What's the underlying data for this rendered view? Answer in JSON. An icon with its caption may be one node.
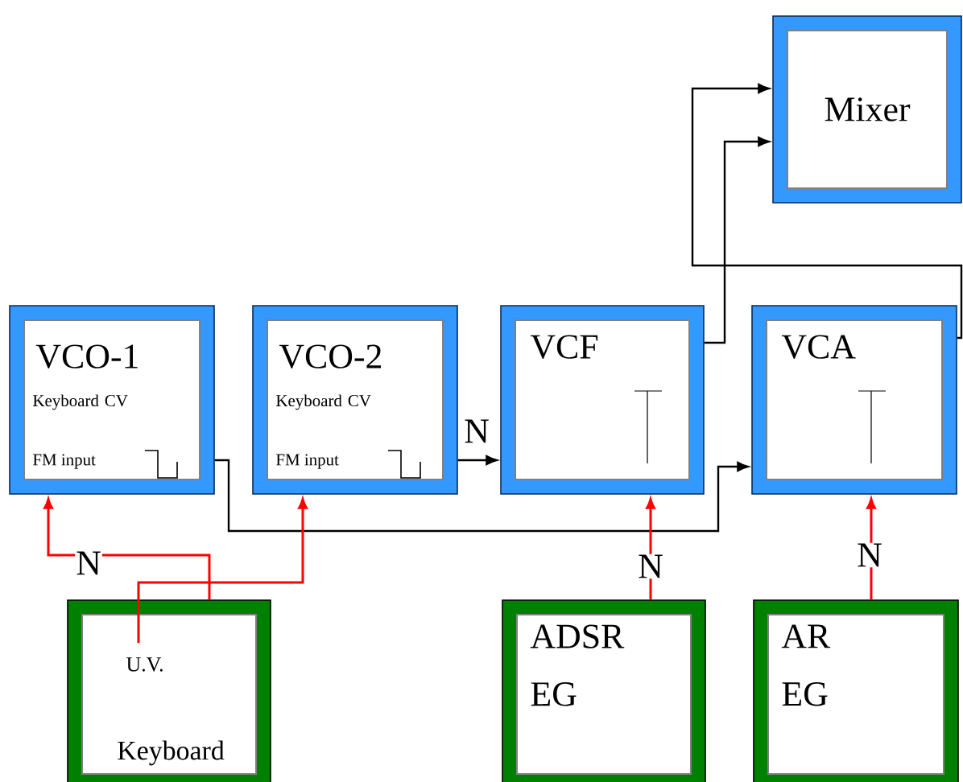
{
  "diagram": {
    "nodes": [
      {
        "text": [
          "Mixer"
        ]
      },
      {
        "text": [
          "VCO-1",
          "Keyboard CV",
          "FM input"
        ]
      },
      {
        "text": [
          "VCO-2",
          "Keyboard CV",
          "FM input"
        ]
      },
      {
        "text": [
          "VCF"
        ]
      },
      {
        "text": [
          "VCA"
        ]
      },
      {
        "text": [
          "U.V.",
          "Keyboard"
        ]
      },
      {
        "text": [
          "ADSR EG"
        ]
      },
      {
        "text": [
          "AR EG"
        ]
      }
    ],
    "edges": [
      {
        "from": 1,
        "to": 4,
        "arrow": "to"
      },
      {
        "from": 2,
        "to": 3,
        "arrow": "to",
        "label": "N"
      },
      {
        "from": 3,
        "to": 0,
        "arrow": "to"
      },
      {
        "from": 4,
        "to": 0,
        "arrow": "to"
      },
      {
        "from": 5,
        "to": 1,
        "arrow": "to",
        "label": "N",
        "color": "#ff0000"
      },
      {
        "from": 5,
        "to": 2,
        "arrow": "to",
        "color": "#ff0000"
      },
      {
        "from": 6,
        "to": 3,
        "arrow": "to",
        "label": "N",
        "color": "#ff0000"
      },
      {
        "from": 7,
        "to": 4,
        "arrow": "to",
        "label": "N",
        "color": "#ff0000"
      }
    ]
  }
}
